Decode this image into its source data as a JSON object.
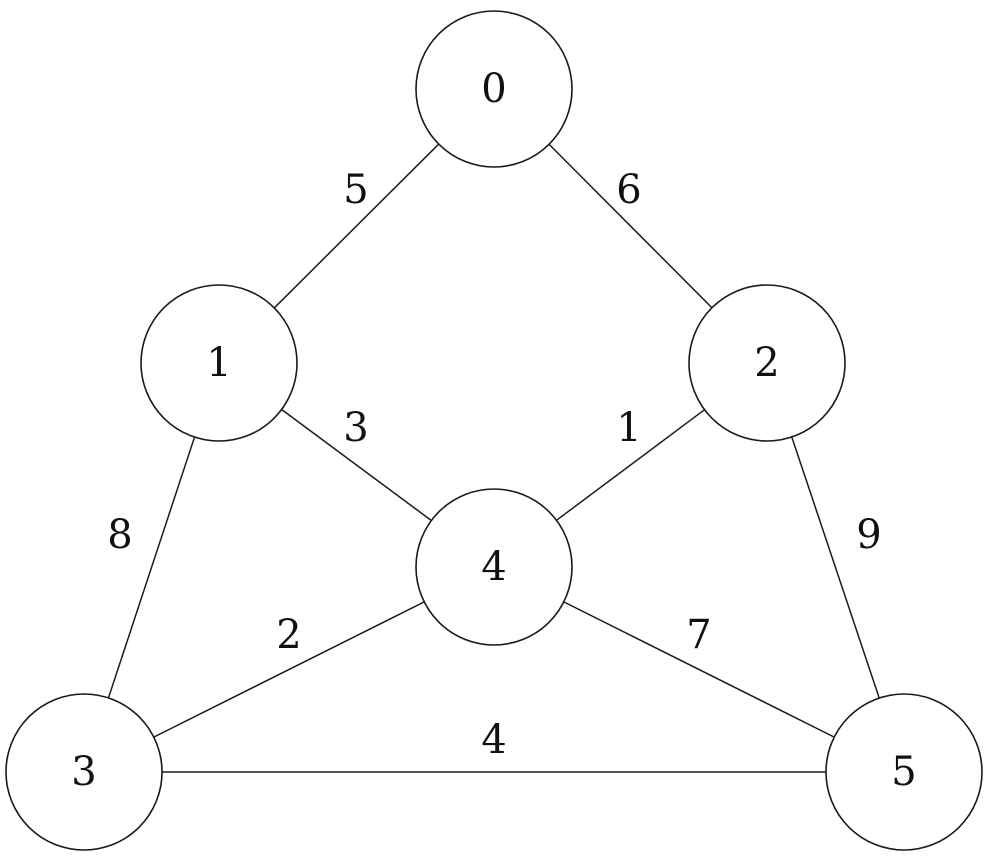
{
  "nodes": [
    {
      "id": "0",
      "label": "0"
    },
    {
      "id": "1",
      "label": "1"
    },
    {
      "id": "2",
      "label": "2"
    },
    {
      "id": "3",
      "label": "3"
    },
    {
      "id": "4",
      "label": "4"
    },
    {
      "id": "5",
      "label": "5"
    }
  ],
  "edges": [
    {
      "from": "0",
      "to": "1",
      "weight": "5"
    },
    {
      "from": "0",
      "to": "2",
      "weight": "6"
    },
    {
      "from": "1",
      "to": "4",
      "weight": "3"
    },
    {
      "from": "2",
      "to": "4",
      "weight": "1"
    },
    {
      "from": "1",
      "to": "3",
      "weight": "8"
    },
    {
      "from": "2",
      "to": "5",
      "weight": "9"
    },
    {
      "from": "3",
      "to": "4",
      "weight": "2"
    },
    {
      "from": "4",
      "to": "5",
      "weight": "7"
    },
    {
      "from": "3",
      "to": "5",
      "weight": "4"
    }
  ]
}
